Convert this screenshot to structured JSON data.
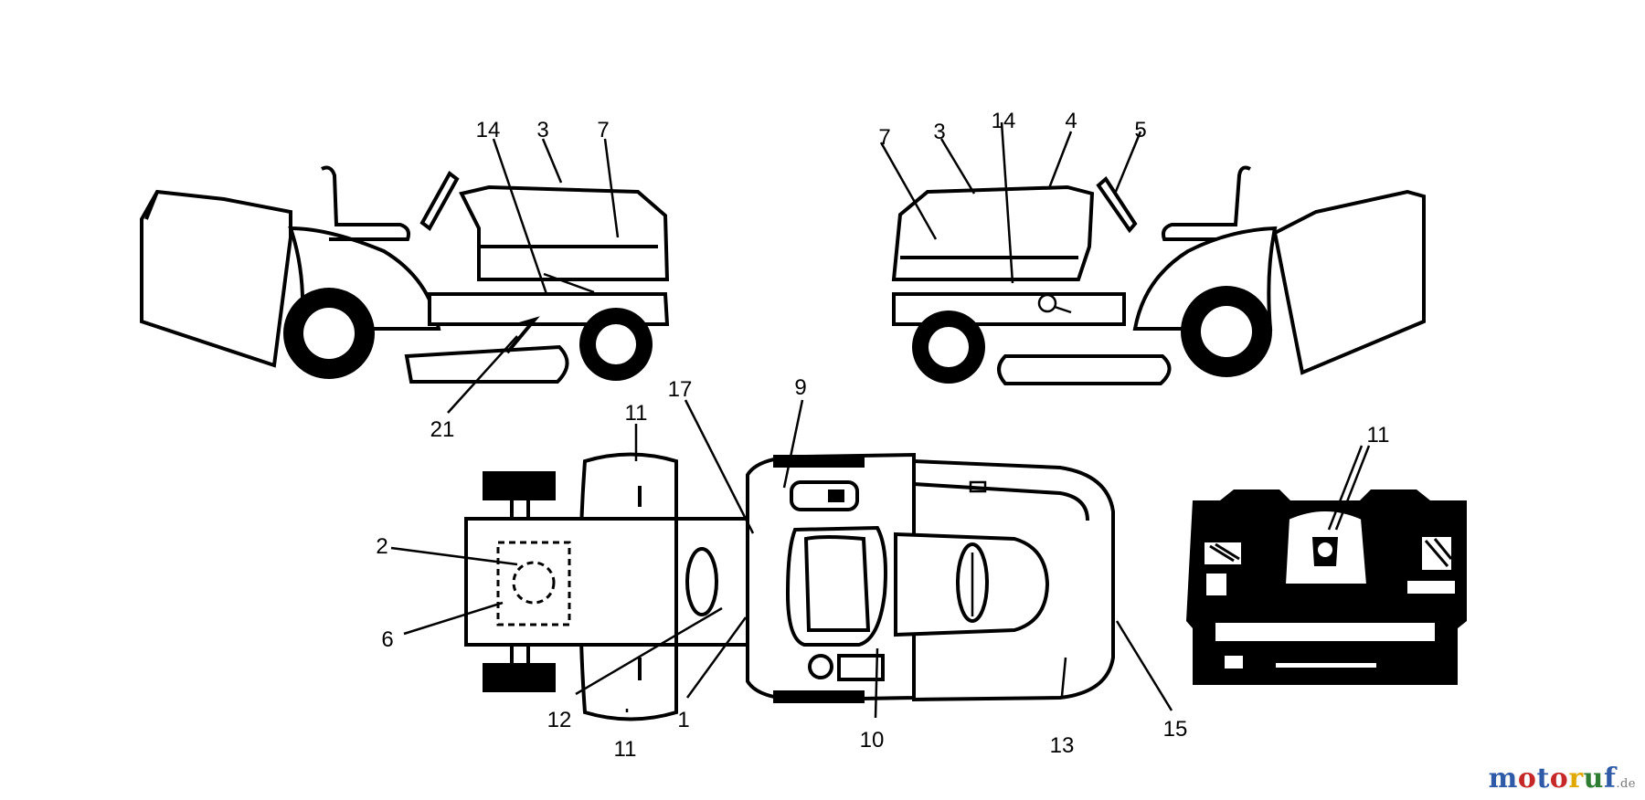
{
  "callouts": {
    "left_view": [
      "14",
      "3",
      "7",
      "21"
    ],
    "right_view": [
      "7",
      "3",
      "14",
      "4",
      "5"
    ],
    "top_view": [
      "11",
      "17",
      "9",
      "2",
      "6",
      "12",
      "1",
      "11",
      "10",
      "13",
      "15"
    ],
    "panel_view": [
      "11"
    ]
  },
  "watermark": {
    "parts": [
      "m",
      "o",
      "t",
      "o",
      "r",
      "u",
      "f"
    ],
    "suffix": ".de",
    "colors": [
      "#2e5aa8",
      "#c62828",
      "#2e5aa8",
      "#c62828",
      "#e0a800",
      "#2e7d32",
      "#2e5aa8"
    ]
  }
}
